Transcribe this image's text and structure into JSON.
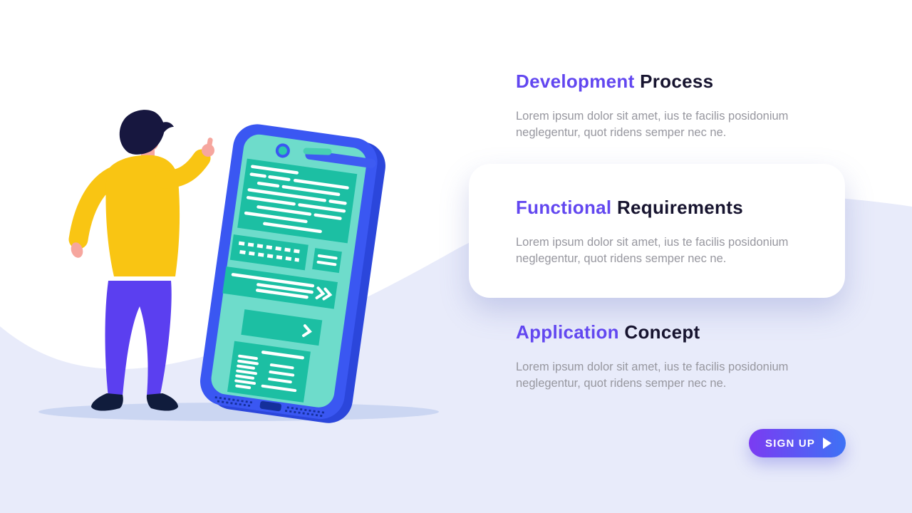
{
  "sections": [
    {
      "id": "development",
      "accent": "Development",
      "rest": "Process",
      "body": "Lorem ipsum dolor sit amet, ius te facilis posidonium neglegentur, quot ridens semper nec ne.",
      "highlighted": false
    },
    {
      "id": "functional",
      "accent": "Functional",
      "rest": "Requirements",
      "body": "Lorem ipsum dolor sit amet, ius te facilis posidonium neglegentur, quot ridens semper nec ne.",
      "highlighted": true
    },
    {
      "id": "application",
      "accent": "Application",
      "rest": "Concept",
      "body": "Lorem ipsum dolor sit amet, ius te facilis posidonium neglegentur, quot ridens semper nec ne.",
      "highlighted": false
    }
  ],
  "cta": {
    "label": "SIGN UP",
    "icon": "play-icon"
  },
  "colors": {
    "accent_purple": "#6247F0",
    "heading_dark": "#17142F",
    "body_gray": "#97979F",
    "wave_lavender": "#E8EBFA",
    "card_white": "#FFFFFF",
    "cta_from": "#7B3BF2",
    "cta_to": "#3E72F5",
    "phone_blue": "#3A57F2",
    "phone_side": "#2B46DB",
    "screen_mint": "#6EDCCB",
    "block_teal": "#1CBFA3",
    "sweater_yellow": "#F9C513",
    "pants_purple": "#5B3FF0",
    "skin_pink": "#F6A69E",
    "hair_navy": "#17173F",
    "shadow_lavender": "#CBD6F2"
  }
}
